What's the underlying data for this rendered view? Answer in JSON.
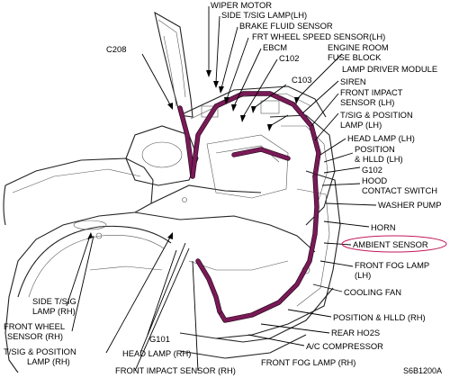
{
  "labels": {
    "wiper_motor": "WIPER MOTOR",
    "side_tsig_lh": "SIDE T/SIG LAMP(LH)",
    "brake_fluid": "BRAKE FLUID SENSOR",
    "frt_wheel_lh": "FRT WHEEL SPEED SENSOR(LH)",
    "ebcm": "EBCM",
    "c102": "C102",
    "c208": "C208",
    "engine_room_1": "ENGINE ROOM",
    "engine_room_2": "FUSE BLOCK",
    "lamp_driver": "LAMP DRIVER MODULE",
    "c103": "C103",
    "siren": "SIREN",
    "front_impact_lh_1": "FRONT IMPACT",
    "front_impact_lh_2": "SENSOR (LH)",
    "tsig_pos_lh_1": "T/SIG & POSITION",
    "tsig_pos_lh_2": "LAMP (LH)",
    "head_lamp_lh": "HEAD LAMP (LH)",
    "pos_hlld_lh_1": "POSITION",
    "pos_hlld_lh_2": "& HLLD (LH)",
    "g102": "G102",
    "hood_1": "HOOD",
    "hood_2": "CONTACT SWITCH",
    "washer_pump": "WASHER PUMP",
    "horn": "HORN",
    "ambient": "AMBIENT SENSOR",
    "front_fog_lh_1": "FRONT FOG LAMP",
    "front_fog_lh_2": "(LH)",
    "cooling_fan": "COOLING FAN",
    "pos_hlld_rh": "POSITION & HLLD (RH)",
    "rear_ho2s": "REAR HO2S",
    "ac_comp": "A/C COMPRESSOR",
    "front_fog_rh": "FRONT FOG LAMP (RH)",
    "side_tsig_rh_1": "SIDE T/SIG",
    "side_tsig_rh_2": "LAMP (RH)",
    "frt_wheel_rh_1": "FRONT WHEEL",
    "frt_wheel_rh_2": "SENSOR (RH)",
    "tsig_pos_rh_1": "T/SIG & POSITION",
    "tsig_pos_rh_2": "LAMP (RH)",
    "g101": "G101",
    "head_lamp_rh": "HEAD LAMP (RH)",
    "front_impact_rh": "FRONT IMPACT SENSOR (RH)",
    "figure_code": "S6B1200A"
  },
  "colors": {
    "harness": "#7a1a57",
    "ambient_highlight": "#c2185b"
  }
}
